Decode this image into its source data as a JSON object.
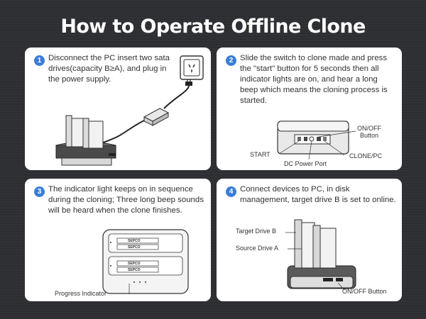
{
  "title": "How to Operate Offline Clone",
  "steps": [
    {
      "number": "1",
      "text": "Disconnect the PC insert two sata drives(capacity B≥A), and plug in the power supply."
    },
    {
      "number": "2",
      "text": "Slide the switch to clone made and press the \"start\" button for 5 seconds then all indicator lights are on, and hear a long beep which means the cloning process is started.",
      "labels": {
        "start": "START",
        "onoff": "ON/OFF\nButton",
        "clone_pc": "CLONE/PC",
        "dc_power": "DC Power Port"
      }
    },
    {
      "number": "3",
      "text": "The indicator light keeps on in sequence during the cloning; Three long beep sounds will be heard when the clone finishes.",
      "labels": {
        "progress": "Progress Indicator",
        "drive_label": "SEPCO"
      }
    },
    {
      "number": "4",
      "text": "Connect devices to PC, in disk management, target drive B is set to online.",
      "labels": {
        "target": "Target Drive B",
        "source": "Source Drive A",
        "onoff": "ON/OFF Button"
      }
    }
  ],
  "colors": {
    "background": "#2e2f33",
    "accent": "#3b7dd8",
    "panel": "#ffffff"
  }
}
